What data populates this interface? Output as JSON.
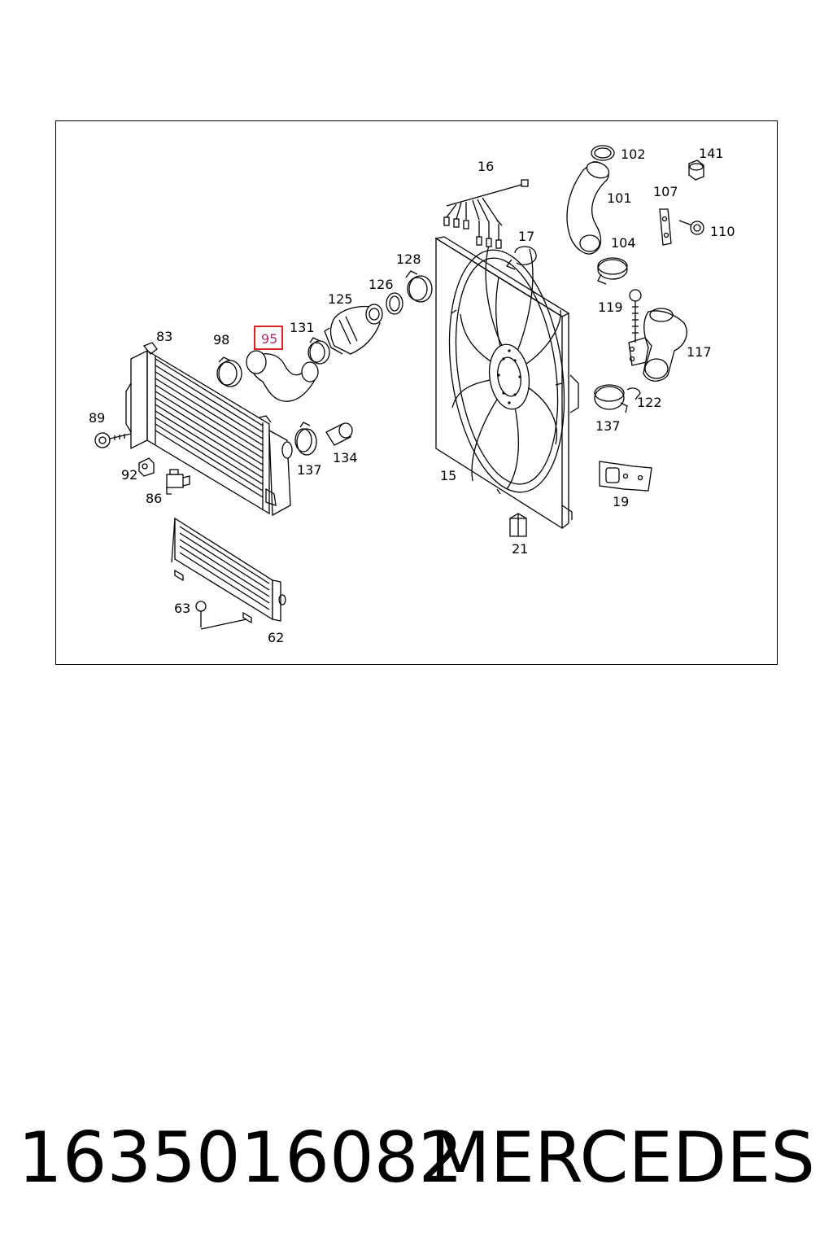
{
  "callouts": {
    "c16": "16",
    "c102": "102",
    "c141": "141",
    "c101": "101",
    "c107": "107",
    "c110": "110",
    "c104": "104",
    "c17": "17",
    "c128": "128",
    "c126": "126",
    "c125": "125",
    "c131": "131",
    "c95": "95",
    "c98": "98",
    "c83": "83",
    "c119": "119",
    "c117": "117",
    "c122": "122",
    "c137a": "137",
    "c89": "89",
    "c137b": "137",
    "c134": "134",
    "c92": "92",
    "c15": "15",
    "c86": "86",
    "c19": "19",
    "c21": "21",
    "c63": "63",
    "c62": "62"
  },
  "highlight": {
    "callout": "95",
    "color": "#d9262b"
  },
  "footer": {
    "part_number": "1635016082",
    "brand": "MERCEDES"
  }
}
